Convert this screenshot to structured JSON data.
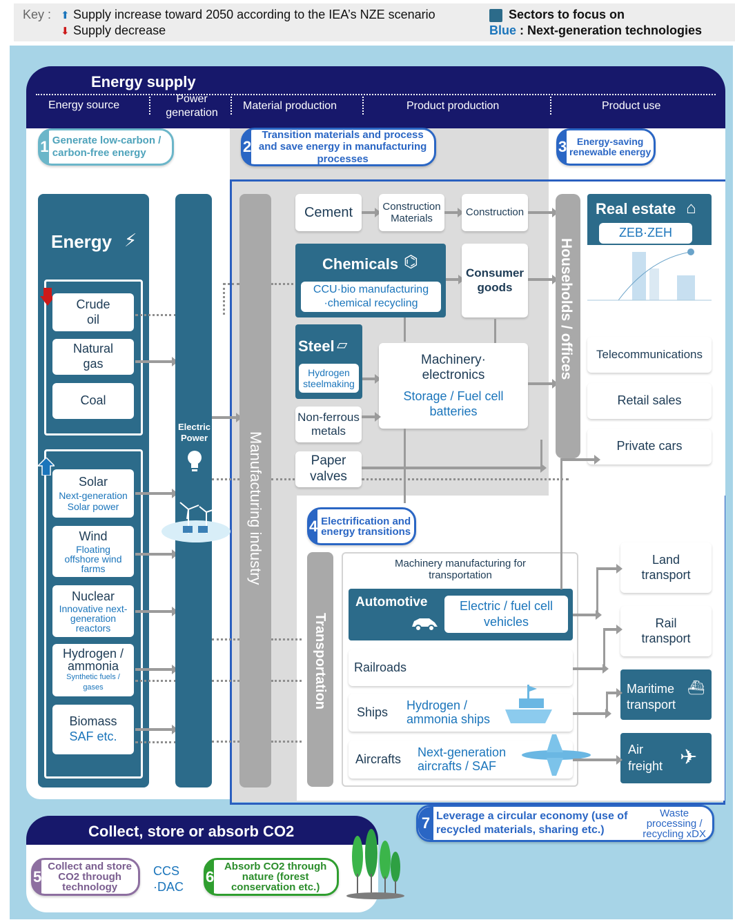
{
  "key": {
    "label": "Key :",
    "increase": "Supply increase toward 2050 according to the IEA’s NZE scenario",
    "decrease": "Supply decrease",
    "focus": "Sectors to focus on",
    "blue_word": "Blue",
    "blue_rest": " : Next-generation technologies"
  },
  "header": {
    "title": "Energy supply",
    "columns": [
      "Energy source",
      "Power generation",
      "Material production",
      "Product production",
      "Product use"
    ]
  },
  "steps": {
    "s1": {
      "num": "1",
      "text": "Generate low-carbon / carbon-free energy"
    },
    "s2": {
      "num": "2",
      "text": "Transition materials and process and save energy in manufacturing processes"
    },
    "s3": {
      "num": "3",
      "text": "Energy-saving renewable energy"
    },
    "s4": {
      "num": "4",
      "text": "Electrification and energy transitions"
    },
    "s5": {
      "num": "5",
      "text": "Collect and store CO2 through technology"
    },
    "s6": {
      "num": "6",
      "text": "Absorb CO2 through nature (forest conservation etc.)"
    },
    "s7": {
      "num": "7",
      "text": "Leverage a circular economy (use of recycled materials, sharing etc.)",
      "extra": "Waste processing / recycling xDX"
    }
  },
  "energy": {
    "title": "Energy",
    "crude": "Crude oil",
    "gas": "Natural gas",
    "coal": "Coal",
    "solar": "Solar",
    "solar_sub": "Next-generation Solar power",
    "wind": "Wind",
    "wind_sub": "Floating offshore wind farms",
    "nuclear": "Nuclear",
    "nuclear_sub": "Innovative next-generation reactors",
    "hydrogen": "Hydrogen / ammonia",
    "hydrogen_sub": "Synthetic fuels / gases",
    "biomass": "Biomass",
    "biomass_sub": "SAF etc."
  },
  "power": {
    "label": "Electric Power"
  },
  "manufacturing": {
    "label": "Manufacturing industry",
    "cement": "Cement",
    "construction_materials": "Construction Materials",
    "construction": "Construction",
    "chemicals": "Chemicals",
    "chemicals_sub": "CCU·bio manufacturing ·chemical recycling",
    "consumer_goods": "Consumer goods",
    "steel": "Steel",
    "steel_sub": "Hydrogen steelmaking",
    "machinery": "Machinery· electronics",
    "machinery_sub": "Storage / Fuel cell batteries",
    "nonferrous": "Non-ferrous metals",
    "paper": "Paper valves"
  },
  "households": {
    "label": "Households / offices"
  },
  "use": {
    "real_estate": "Real estate",
    "zeb": "ZEB·ZEH",
    "telecom": "Telecommunications",
    "retail": "Retail sales",
    "cars": "Private cars"
  },
  "transport": {
    "label": "Transportation",
    "machinery_title": "Machinery manufacturing for transportation",
    "automotive": "Automotive",
    "automotive_sub": "Electric / fuel cell vehicles",
    "railroads": "Railroads",
    "ships": "Ships",
    "ships_sub": "Hydrogen / ammonia ships",
    "aircrafts": "Aircrafts",
    "aircrafts_sub": "Next-generation aircrafts / SAF",
    "land": "Land transport",
    "rail": "Rail transport",
    "maritime": "Maritime transport",
    "air": "Air freight"
  },
  "co2": {
    "title": "Collect, store or absorb CO2",
    "ccs": "CCS ·DAC"
  },
  "colors": {
    "navy": "#17186b",
    "teal_dark": "#2c6b8a",
    "gray_bar": "#a9a9a9",
    "light_blue": "#a7d4e7",
    "accent_blue": "#1b75bb",
    "step1": "#6bb6c9",
    "step2_3_4_7": "#2a66c4",
    "step5": "#8d6fa0",
    "step6": "#2f9e2f",
    "red_arrow": "#cc1a1a"
  }
}
